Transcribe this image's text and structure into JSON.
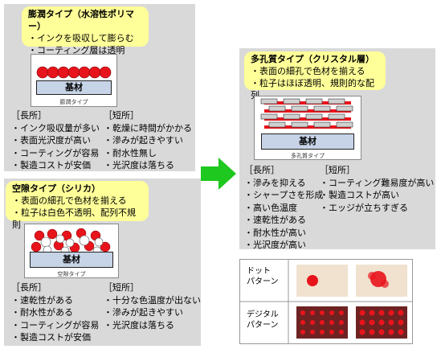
{
  "panels": {
    "swelling": {
      "title": "膨潤タイプ（水溶性ポリマー）",
      "points": [
        "・インクを吸収して膨らむ",
        "・コーティング層は透明"
      ],
      "base_label": "基材",
      "caption": "膨潤タイプ",
      "pros_title": "［長所］",
      "pros": [
        "・インク吸収量が多い",
        "・表面光沢度が高い",
        "・コーティングが容易",
        "・製造コストが安価"
      ],
      "cons_title": "［短所］",
      "cons": [
        "・乾燥に時間がかかる",
        "・滲みが起きやすい",
        "・耐水性無し",
        "・光沢度は落ちる"
      ]
    },
    "void": {
      "title": "空隙タイプ（シリカ）",
      "points": [
        "・表面の細孔で色材を揃える",
        "・粒子は白色不透明、配列不規則"
      ],
      "base_label": "基材",
      "caption": "空隙タイプ",
      "pros_title": "［長所］",
      "pros": [
        "・速乾性がある",
        "・耐水性がある",
        "・コーティングが容易",
        "・製造コストが安価"
      ],
      "cons_title": "［短所］",
      "cons": [
        "・十分な色温度が出ない",
        "・滲みが起きやすい",
        "・光沢度は落ちる"
      ]
    },
    "porous": {
      "title": "多孔質タイプ（クリスタル層）",
      "points": [
        "・表面の細孔で色材を揃える",
        "・粒子はほぼ透明、規則的な配列"
      ],
      "base_label": "基材",
      "caption": "多孔質タイプ",
      "pros_title": "［長所］",
      "pros": [
        "・滲みを抑える",
        "・シャープさを形成",
        "・高い色温度",
        "・速乾性がある",
        "・耐水性が高い",
        "・光沢度が高い"
      ],
      "cons_title": "［短所］",
      "cons": [
        "・コーティング難易度が高い",
        "・製造コストが高い",
        "・エッジが立ちすぎる"
      ]
    }
  },
  "photos": {
    "dot_label": [
      "ドット",
      "パターン"
    ],
    "digital_label": [
      "デジタル",
      "パターン"
    ]
  },
  "colors": {
    "panel": "#d9d9d9",
    "callout": "#ffff99",
    "ink": "#e8141c",
    "arrow": "#1ec81e",
    "base": "#c7d3e6"
  }
}
